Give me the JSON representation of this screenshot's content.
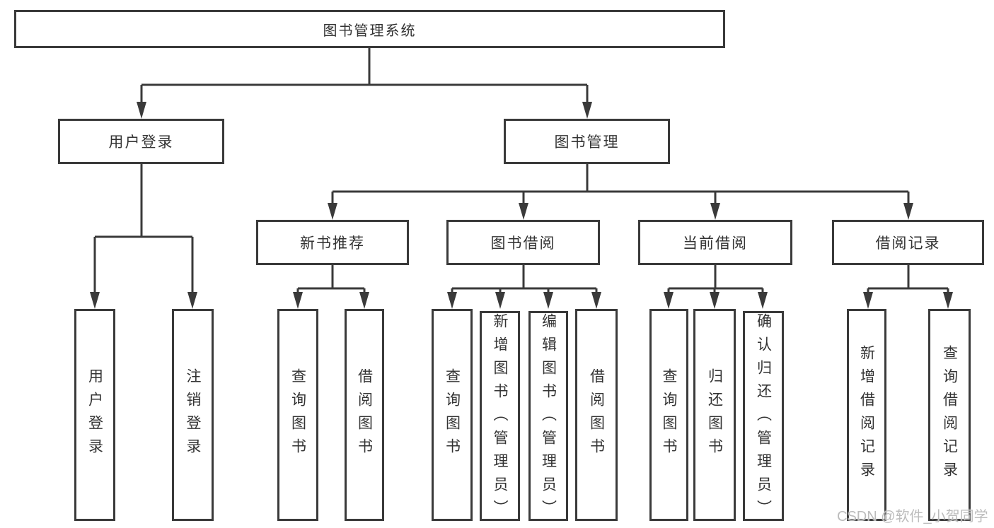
{
  "watermark": {
    "text": "CSDN @软件_小贺同学"
  },
  "colors": {
    "line": "#3a3a3a",
    "text": "#333333",
    "watermark": "#bcbcbc",
    "background": "#ffffff"
  },
  "tree": {
    "root": {
      "label": "图书管理系统"
    },
    "branches": [
      {
        "label": "用户登录",
        "leaves": [
          {
            "label": "用户登录"
          },
          {
            "label": "注销登录"
          }
        ]
      },
      {
        "label": "图书管理",
        "groups": [
          {
            "label": "新书推荐",
            "leaves": [
              {
                "label": "查询图书"
              },
              {
                "label": "借阅图书"
              }
            ]
          },
          {
            "label": "图书借阅",
            "leaves": [
              {
                "label": "查询图书"
              },
              {
                "label": "新增图书（管理员）"
              },
              {
                "label": "编辑图书（管理员）"
              },
              {
                "label": "借阅图书"
              }
            ]
          },
          {
            "label": "当前借阅",
            "leaves": [
              {
                "label": "查询图书"
              },
              {
                "label": "归还图书"
              },
              {
                "label": "确认归还（管理员）"
              }
            ]
          },
          {
            "label": "借阅记录",
            "leaves": [
              {
                "label": "新增借阅记录"
              },
              {
                "label": "查询借阅记录"
              }
            ]
          }
        ]
      }
    ]
  }
}
